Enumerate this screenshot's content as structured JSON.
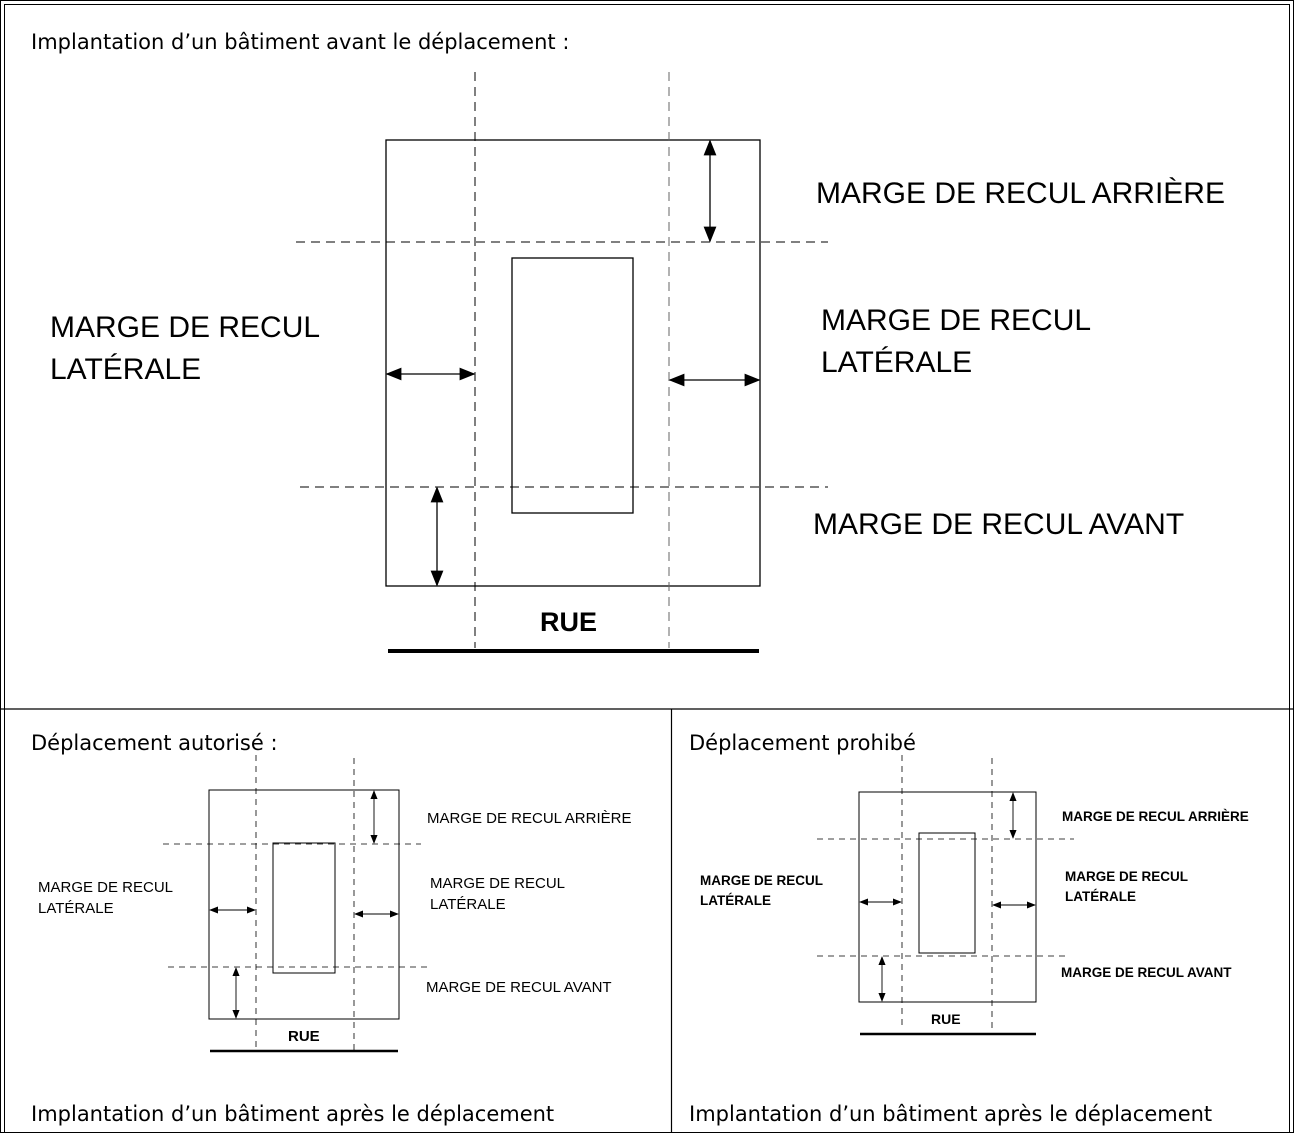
{
  "top_panel": {
    "caption": "Implantation d’un bâtiment avant le déplacement :",
    "labels": {
      "rear_margin": "MARGE DE RECUL ARRIÈRE",
      "left_lateral_line1": "MARGE DE RECUL",
      "left_lateral_line2": "LATÉRALE",
      "right_lateral_line1": "MARGE DE RECUL",
      "right_lateral_line2": "LATÉRALE",
      "front_margin": "MARGE DE RECUL AVANT",
      "street": "RUE"
    }
  },
  "bottom_left_panel": {
    "caption_top": "Déplacement autorisé :",
    "caption_bottom": "Implantation d’un bâtiment après le déplacement",
    "labels": {
      "rear_margin": "MARGE DE RECUL ARRIÈRE",
      "left_lateral_line1": "MARGE DE RECUL",
      "left_lateral_line2": "LATÉRALE",
      "right_lateral_line1": "MARGE DE RECUL",
      "right_lateral_line2": "LATÉRALE",
      "front_margin": "MARGE DE RECUL AVANT",
      "street": "RUE"
    }
  },
  "bottom_right_panel": {
    "caption_top": "Déplacement prohibé",
    "caption_bottom": "Implantation d’un bâtiment après le déplacement",
    "labels": {
      "rear_margin": "MARGE DE RECUL ARRIÈRE",
      "left_lateral_line1": "MARGE DE RECUL",
      "left_lateral_line2": "LATÉRALE",
      "right_lateral_line1": "MARGE DE RECUL",
      "right_lateral_line2": "LATÉRALE",
      "front_margin": "MARGE DE RECUL AVANT",
      "street": "RUE"
    }
  }
}
